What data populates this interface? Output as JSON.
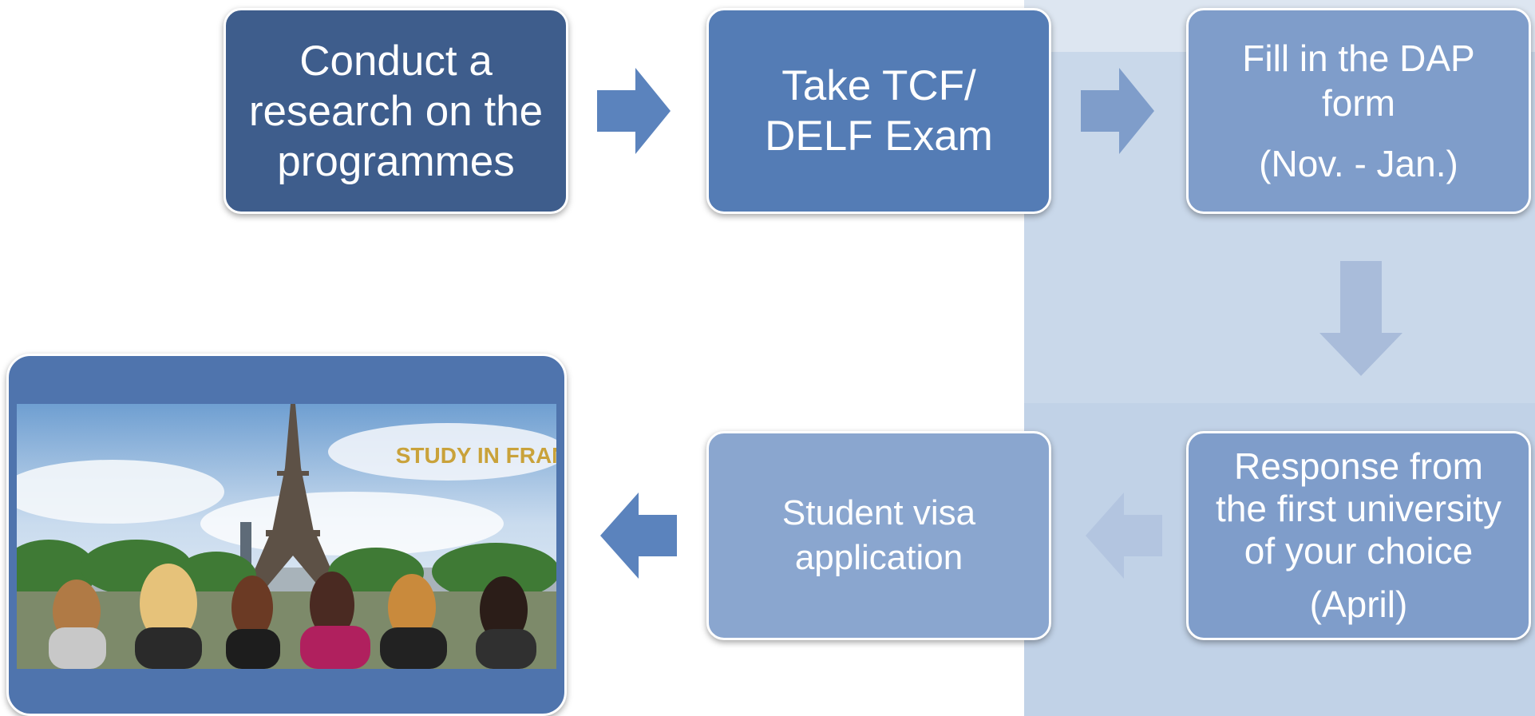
{
  "diagram": {
    "steps": [
      {
        "lines": [
          "Conduct a",
          "research on the",
          "programmes"
        ]
      },
      {
        "lines": [
          "Take TCF/",
          "DELF Exam"
        ]
      },
      {
        "lines": [
          "Fill in the DAP",
          "form"
        ],
        "note": "(Nov. - Jan.)"
      },
      {
        "lines": [
          "Response from",
          "the first university",
          "of your choice"
        ],
        "note": "(April)"
      },
      {
        "lines": [
          "Student visa",
          "application"
        ]
      }
    ],
    "image_caption": "STUDY IN FRANCE"
  },
  "colors": {
    "step1": "#3e5d8c",
    "step2": "#547cb5",
    "step3": "#7f9dca",
    "arrow": "#5b83bd",
    "caption": "#c9a23a"
  }
}
